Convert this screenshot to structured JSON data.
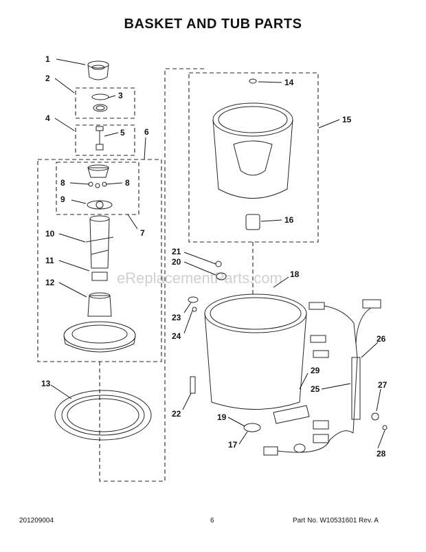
{
  "title": "BASKET AND TUB PARTS",
  "watermark": "eReplacementParts.com",
  "callouts": [
    "1",
    "2",
    "3",
    "4",
    "5",
    "6",
    "7",
    "8",
    "8",
    "9",
    "10",
    "11",
    "12",
    "13",
    "14",
    "15",
    "16",
    "17",
    "18",
    "19",
    "20",
    "21",
    "22",
    "23",
    "24",
    "25",
    "26",
    "27",
    "28",
    "29"
  ],
  "footer": {
    "left": "201209004",
    "center": "6",
    "right": "Part No. W10531601  Rev. A"
  }
}
